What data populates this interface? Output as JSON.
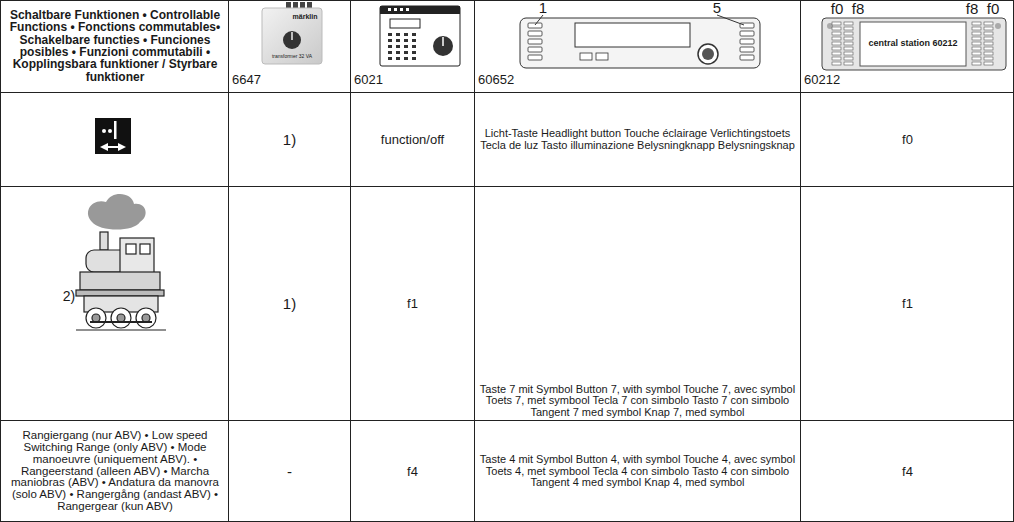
{
  "diagram": {
    "labels": [
      "Schaltbare Funktionen • Controllable Functions • Fonctions commutables• Schakelbare functies • Funciones posibles • Funzioni commutabili • Kopplingsbara funktioner / Styrbare funktioner",
      "6647",
      "märklin",
      "transformer 32 VA",
      "6021",
      "1",
      "5",
      "60652",
      "f0",
      "f8",
      "f8",
      "f0",
      "central station 60212",
      "60212",
      "1)",
      "function/off",
      "Licht-Taste Headlight button Touche éclairage Verlichtingstoets Tecla de luz Tasto illuminazione Belysningknapp Belysningsknap",
      "f0",
      "2)",
      "1)",
      "f1",
      "Taste 7 mit Symbol Button 7, with symbol Touche 7, avec symbol Toets 7, met symbool Tecla 7 con simbolo Tasto 7 con simbolo Tangent 7 med symbol Knap 7, med symbol",
      "f1",
      "Rangiergang (nur ABV) • Low speed Switching Range (only ABV) • Mode manoeuvre (uniquement ABV). • Rangeerstand (alleen ABV) • Marcha maniobras (ABV) • Andatura da manovra (solo ABV) • Rangergång (andast ABV) • Rangergear (kun ABV)",
      "-",
      "f4",
      "Taste 4 mit Symbol Button 4, with symbol Touche 4, avec symbol Toets 4, met symbool Tecla 4 con simbolo Tasto 4 con simbolo Tangent 4 med symbol Knap 4, med symbol",
      "f4"
    ]
  }
}
